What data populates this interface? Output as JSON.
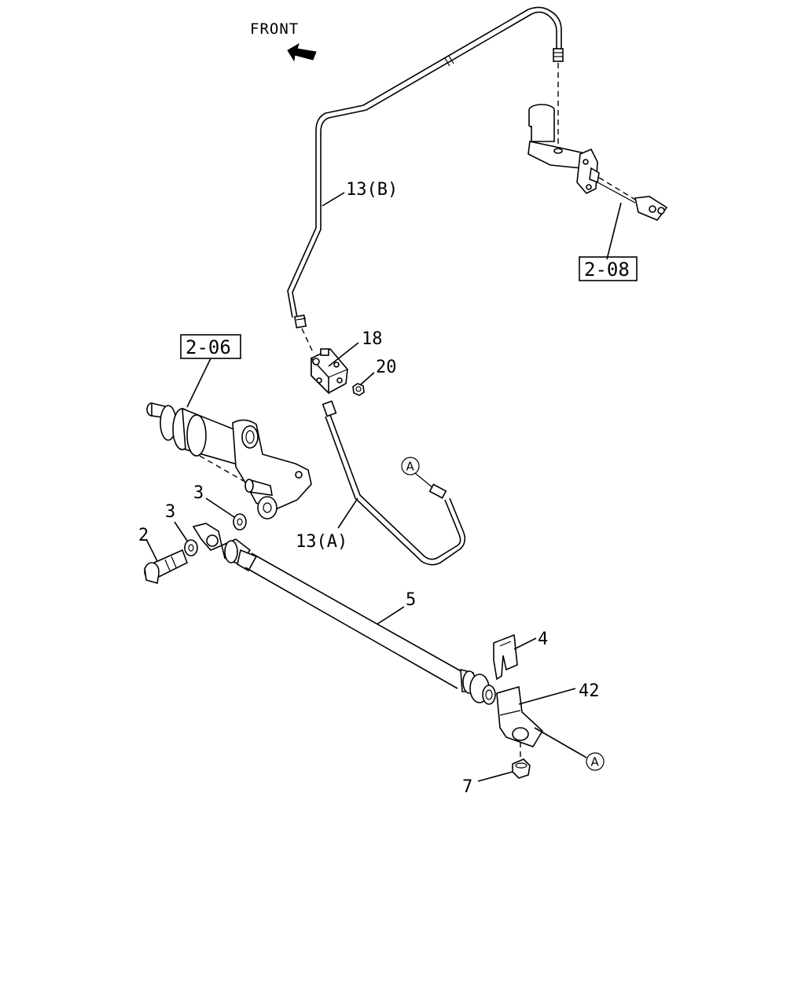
{
  "diagram": {
    "front_label": "FRONT",
    "ref_boxes": {
      "upper": "2-08",
      "lower": "2-06"
    },
    "callouts": {
      "pipe_b": "13(B)",
      "pipe_a": "13(A)",
      "part_18": "18",
      "part_20": "20",
      "part_3_upper": "3",
      "part_3_lower": "3",
      "part_2": "2",
      "part_5": "5",
      "part_4": "4",
      "part_42": "42",
      "part_7": "7"
    },
    "connection_marker": "A"
  }
}
